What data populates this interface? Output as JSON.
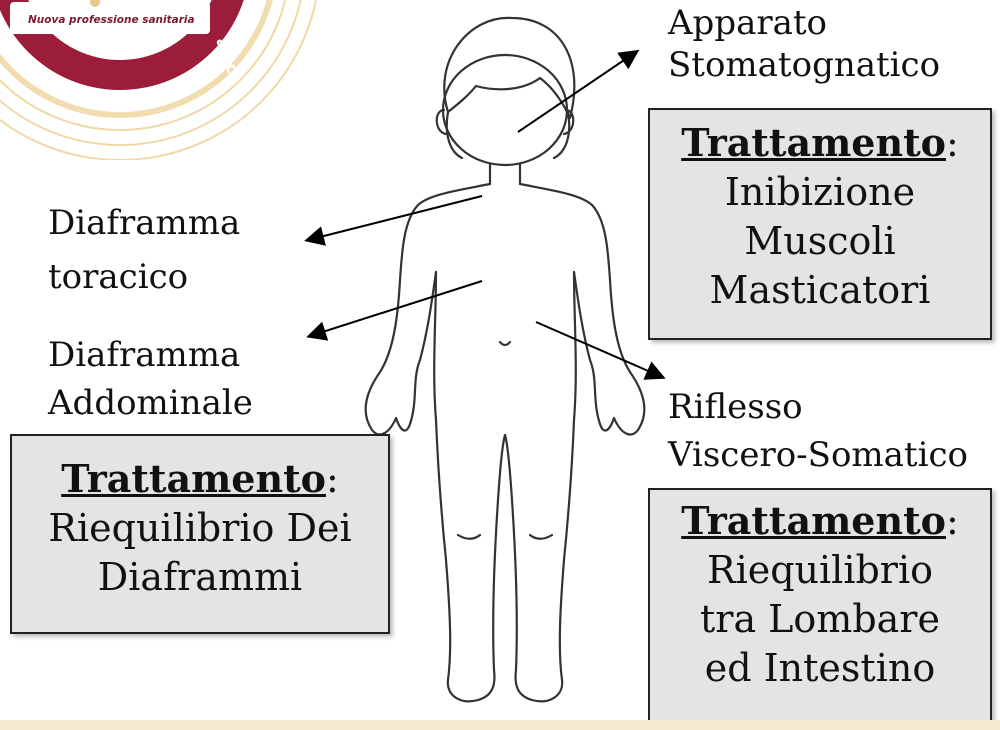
{
  "logo": {
    "tagline": "Nuova professione sanitaria",
    "ring_text": "alace"
  },
  "labels": {
    "stomatognatico_line1": "Apparato",
    "stomatognatico_line2": "Stomatognatico",
    "diaframma_toracico_line1": "Diaframma",
    "diaframma_toracico_line2": "toracico",
    "diaframma_addominale_line1": "Diaframma",
    "diaframma_addominale_line2": "Addominale",
    "riflesso_line1": "Riflesso",
    "riflesso_line2": "Viscero-Somatico"
  },
  "boxes": {
    "top_right": {
      "heading": "Trattamento",
      "colon": ":",
      "lines": [
        "Inibizione",
        "Muscoli",
        "Masticatori"
      ]
    },
    "left": {
      "heading": "Trattamento",
      "colon": ":",
      "lines": [
        "Riequilibrio Dei",
        "Diaframmi"
      ]
    },
    "bottom_right": {
      "heading": "Trattamento",
      "colon": ":",
      "lines": [
        "Riequilibrio",
        "tra Lombare",
        "ed Intestino"
      ]
    }
  },
  "colors": {
    "box_fill": "#e4e4e4",
    "logo_maroon": "#9b1d3a",
    "logo_gold": "#e8c98a"
  }
}
